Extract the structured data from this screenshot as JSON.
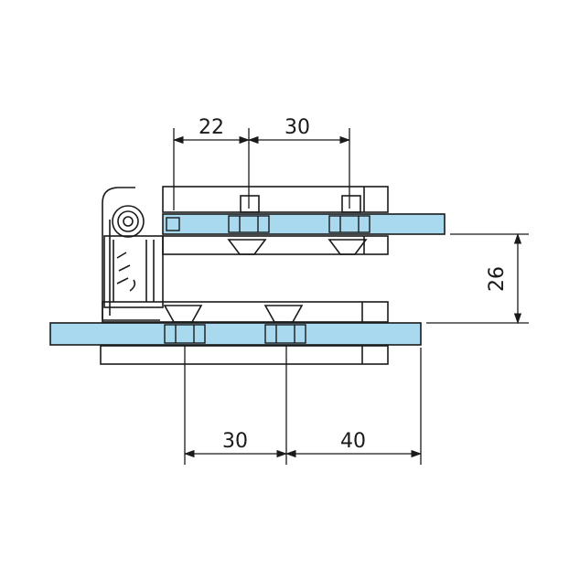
{
  "colors": {
    "glass": "#a9d9ee",
    "line": "#1a1a1a",
    "background": "#ffffff"
  },
  "dimensions": {
    "top_left": "22",
    "top_right": "30",
    "vertical": "26",
    "bottom_left": "30",
    "bottom_right": "40"
  }
}
